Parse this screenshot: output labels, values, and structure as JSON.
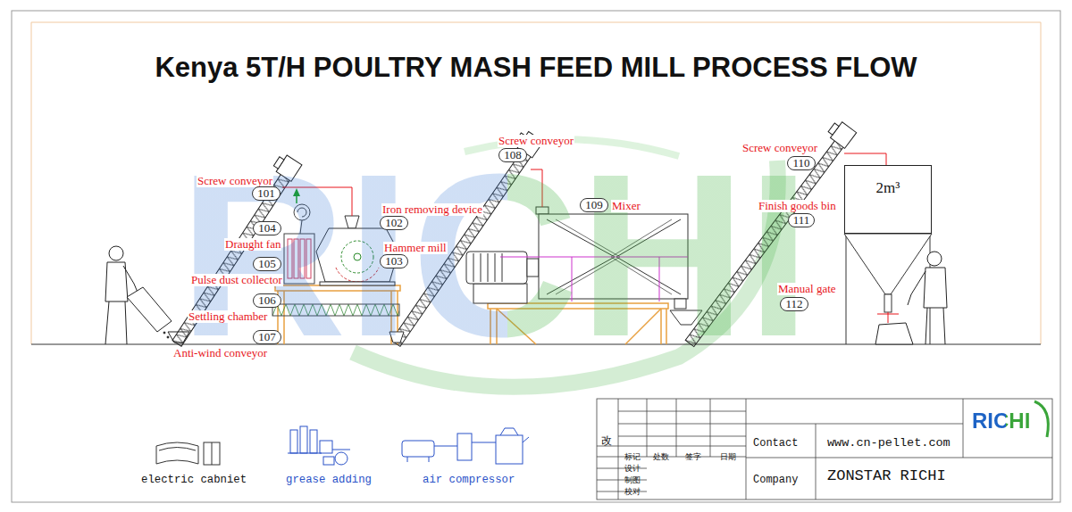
{
  "diagram": {
    "title": "Kenya 5T/H POULTRY MASH FEED MILL PROCESS FLOW",
    "nodes": [
      {
        "text": [
          "Screw conveyor",
          "101"
        ]
      },
      {
        "text": [
          "Iron removing device",
          "102"
        ]
      },
      {
        "text": [
          "Hammer mill",
          "103"
        ]
      },
      {
        "text": [
          "Draught fan",
          "104"
        ]
      },
      {
        "text": [
          "Pulse dust collector",
          "105"
        ]
      },
      {
        "text": [
          "Settling chamber",
          "106"
        ]
      },
      {
        "text": [
          "Anti-wind conveyor",
          "107"
        ]
      },
      {
        "text": [
          "Screw conveyor",
          "108"
        ]
      },
      {
        "text": [
          "Mixer",
          "109"
        ]
      },
      {
        "text": [
          "Screw conveyor",
          "110"
        ]
      },
      {
        "text": [
          "Finish goods bin",
          "111"
        ]
      },
      {
        "text": [
          "2m³"
        ]
      },
      {
        "text": [
          "Manual gate",
          "112"
        ]
      }
    ],
    "labels": [
      "electric cabniet",
      "grease adding",
      "air compressor",
      "改",
      "标记",
      "处数",
      "签字",
      "日期",
      "设计",
      "制图",
      "校对",
      "Contact",
      "www.cn-pellet.com",
      "Company",
      "ZONSTAR RICHI",
      "RICHI",
      "RICHI"
    ]
  }
}
